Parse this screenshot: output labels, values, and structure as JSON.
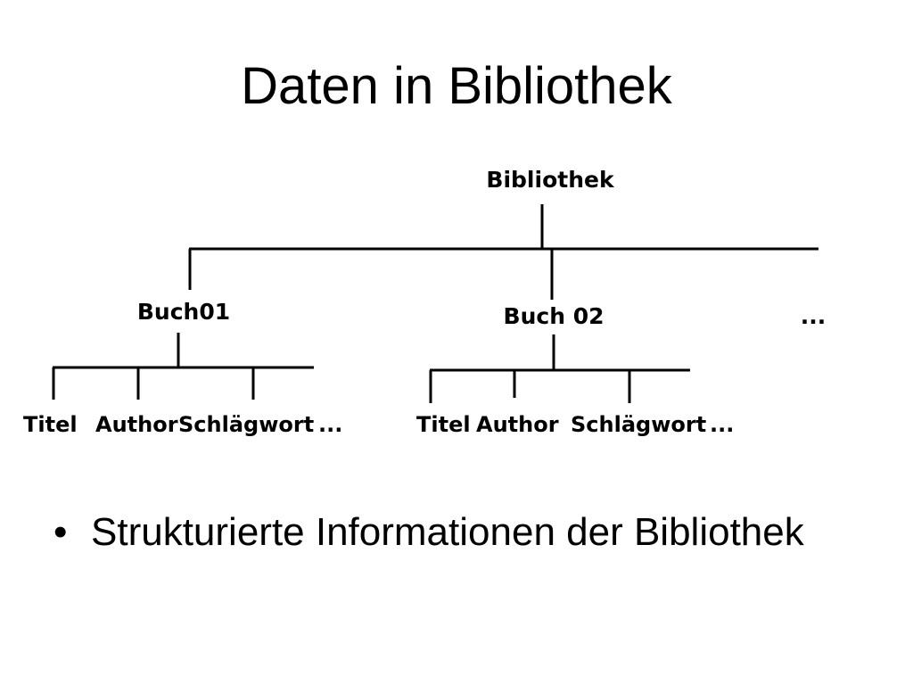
{
  "slide": {
    "title": "Daten in Bibliothek",
    "bullets": [
      {
        "marker": "•",
        "text": "Strukturierte Informationen der Bibliothek"
      }
    ]
  },
  "tree": {
    "root": "Bibliothek",
    "children": [
      {
        "label": "Buch01",
        "fields": [
          "Titel",
          "Author",
          "Schlägwort",
          "..."
        ]
      },
      {
        "label": "Buch 02",
        "fields": [
          "Titel",
          "Author",
          "Schlägwort",
          "..."
        ]
      },
      {
        "label": "..."
      }
    ]
  }
}
